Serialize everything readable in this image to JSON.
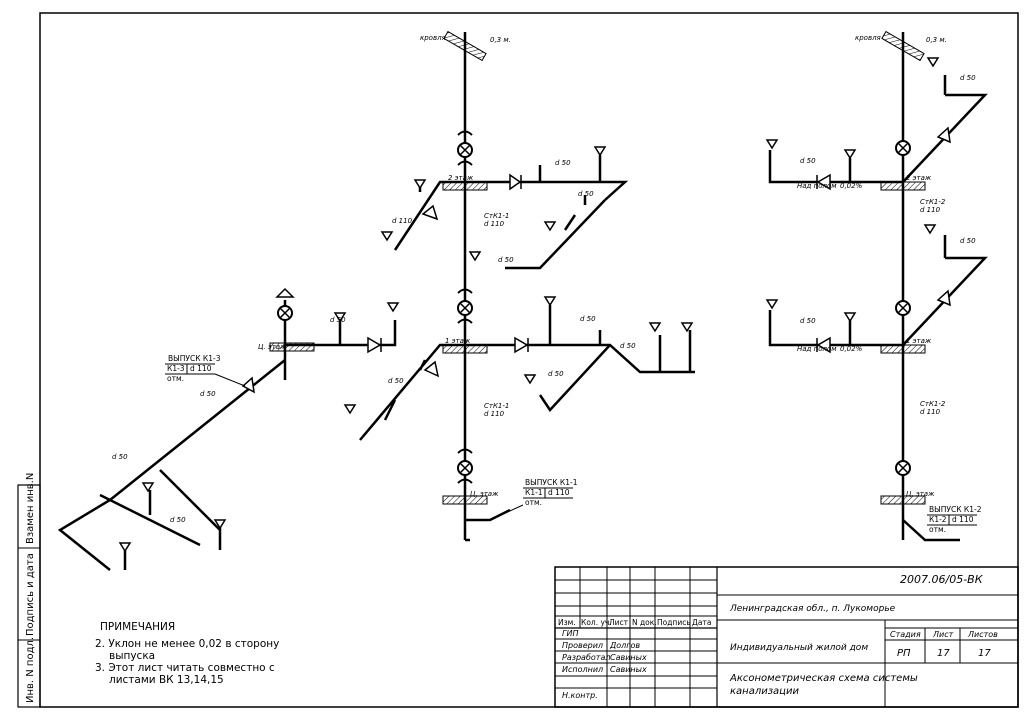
{
  "labels": {
    "roof": "кровля",
    "roof_height": "0,3 м.",
    "floor_2": "2 этаж",
    "floor_1": "1 этаж",
    "floor_0": "Ц. этаж",
    "d50": "d 50",
    "d110": "d 110",
    "slope": "0,02%",
    "slope_note": "Над полом",
    "riser_1": "СтК1-1",
    "riser_2": "СтК1-2",
    "otm": "отм."
  },
  "outlets": {
    "v3": {
      "title": "ВЫПУСК К1-3",
      "pipe": "К1-3",
      "dia": "d 110"
    },
    "v1": {
      "title": "ВЫПУСК К1-1",
      "pipe": "К1-1",
      "dia": "d 110"
    },
    "v2": {
      "title": "ВЫПУСК К1-2",
      "pipe": "К1-2",
      "dia": "d 110"
    }
  },
  "notes": {
    "heading": "ПРИМЕЧАНИЯ",
    "n2a": "2. Уклон не менее 0,02 в сторону",
    "n2b": "выпуска",
    "n3a": "3. Этот лист читать совместно с",
    "n3b": "листами ВК 13,14,15"
  },
  "sidebar": {
    "inv": "Инв. N подл.",
    "sign": "Подпись и дата",
    "swap": "Взамен инв.N"
  },
  "title_block": {
    "code": "2007.06/05-ВК",
    "location": "Ленинградская обл., п. Лукоморье",
    "object": "Индивидуальный жилой дом",
    "sheet_title_1": "Аксонометрическая схема системы",
    "sheet_title_2": "канализации",
    "stage_h": "Стадия",
    "sheet_h": "Лист",
    "sheets_h": "Листов",
    "stage": "РП",
    "sheet": "17",
    "sheets": "17",
    "col_headers": [
      "Изм.",
      "Кол. уч.",
      "Лист",
      "N док.",
      "Подпись",
      "Дата"
    ],
    "roles": [
      "ГИП",
      "Проверил",
      "Разработал",
      "Исполнил",
      "",
      "Н.контр."
    ],
    "names": [
      "",
      "Долгов",
      "Савиных",
      "Савиных",
      "",
      ""
    ]
  }
}
